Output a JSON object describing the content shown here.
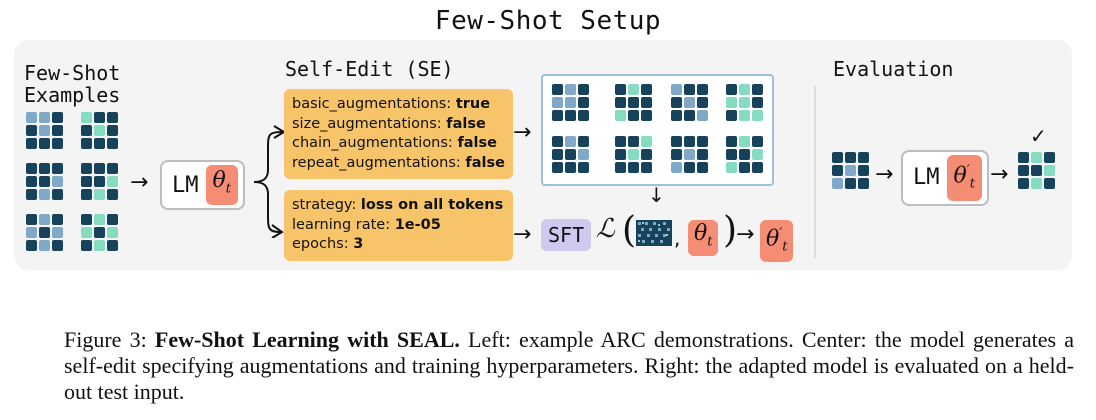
{
  "title": "Few-Shot Setup",
  "left": {
    "label_line1": "Few-Shot",
    "label_line2": "Examples"
  },
  "model": {
    "lm": "LM",
    "theta": "θ",
    "theta_sub": "t",
    "theta_prime_sub": "t",
    "theta_prime_sup": "′"
  },
  "self_edit": {
    "label": "Self-Edit (SE)",
    "augmentations": [
      {
        "key": "basic_augmentations:",
        "value": "true"
      },
      {
        "key": "size_augmentations:",
        "value": "false"
      },
      {
        "key": "chain_augmentations:",
        "value": "false"
      },
      {
        "key": "repeat_augmentations:",
        "value": "false"
      }
    ],
    "training": [
      {
        "key": "strategy:",
        "value": "loss on all tokens"
      },
      {
        "key": "learning rate:",
        "value": "1e-05"
      },
      {
        "key": "epochs:",
        "value": "3"
      }
    ],
    "sft": "SFT",
    "loss_symbol": "ℒ"
  },
  "evaluation": {
    "label": "Evaluation",
    "check": "✓"
  },
  "arrow": "→",
  "down_arrow": "↓",
  "caption": {
    "figure": "Figure 3: ",
    "bold": "Few-Shot Learning with SEAL.",
    "text": " Left: example ARC demonstrations. Center: the model generates a self-edit specifying augmentations and training hyperparameters. Right: the adapted model is evaluated on a held-out test input."
  },
  "colors": {
    "dark": "#16425b",
    "blue": "#7fa8c9",
    "green": "#86dcc0",
    "theta": "#f58d75",
    "card": "#f8c46a",
    "sft": "#cfc8ef"
  },
  "icons": [
    "brace-icon",
    "arrow-icon",
    "check-icon",
    "loss-thumbnail-icon"
  ]
}
